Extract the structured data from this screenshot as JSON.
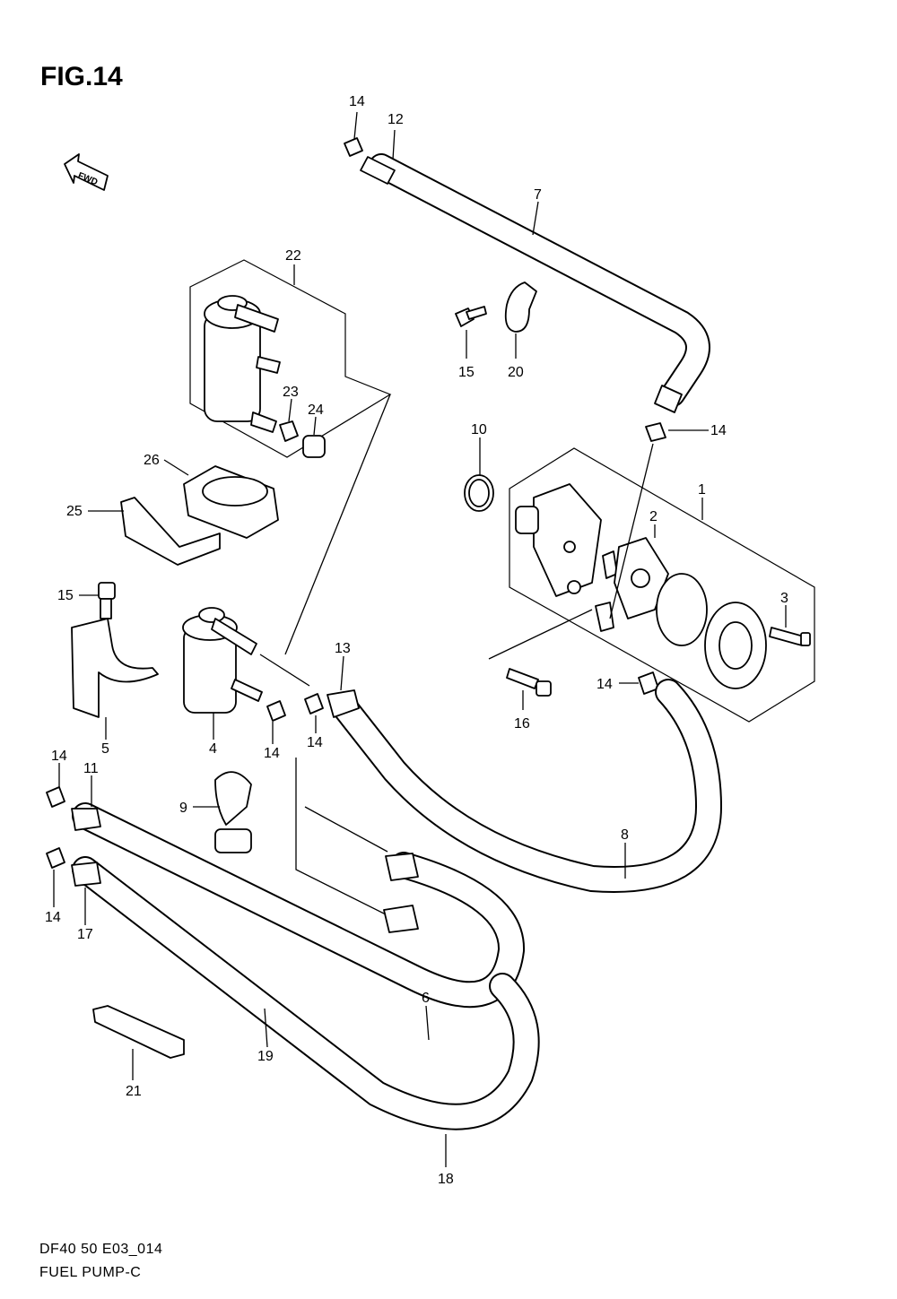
{
  "figure": {
    "title": "FIG.14",
    "fwd_label": "FWD"
  },
  "footer": {
    "code": "DF40 50 E03_014",
    "name": "FUEL PUMP-C"
  },
  "callouts": {
    "c14a": "14",
    "c12": "12",
    "c7": "7",
    "c22": "22",
    "c20": "20",
    "c15a": "15",
    "c23": "23",
    "c24": "24",
    "c10": "10",
    "c14b": "14",
    "c1": "1",
    "c2": "2",
    "c26": "26",
    "c25": "25",
    "c3": "3",
    "c15b": "15",
    "c13": "13",
    "c14c": "14",
    "c16": "16",
    "c5": "5",
    "c4": "4",
    "c14d": "14",
    "c14e": "14",
    "c14f": "14",
    "c11": "11",
    "c9": "9",
    "c8": "8",
    "c14g": "14",
    "c17": "17",
    "c6": "6",
    "c19": "19",
    "c21": "21",
    "c18": "18"
  }
}
